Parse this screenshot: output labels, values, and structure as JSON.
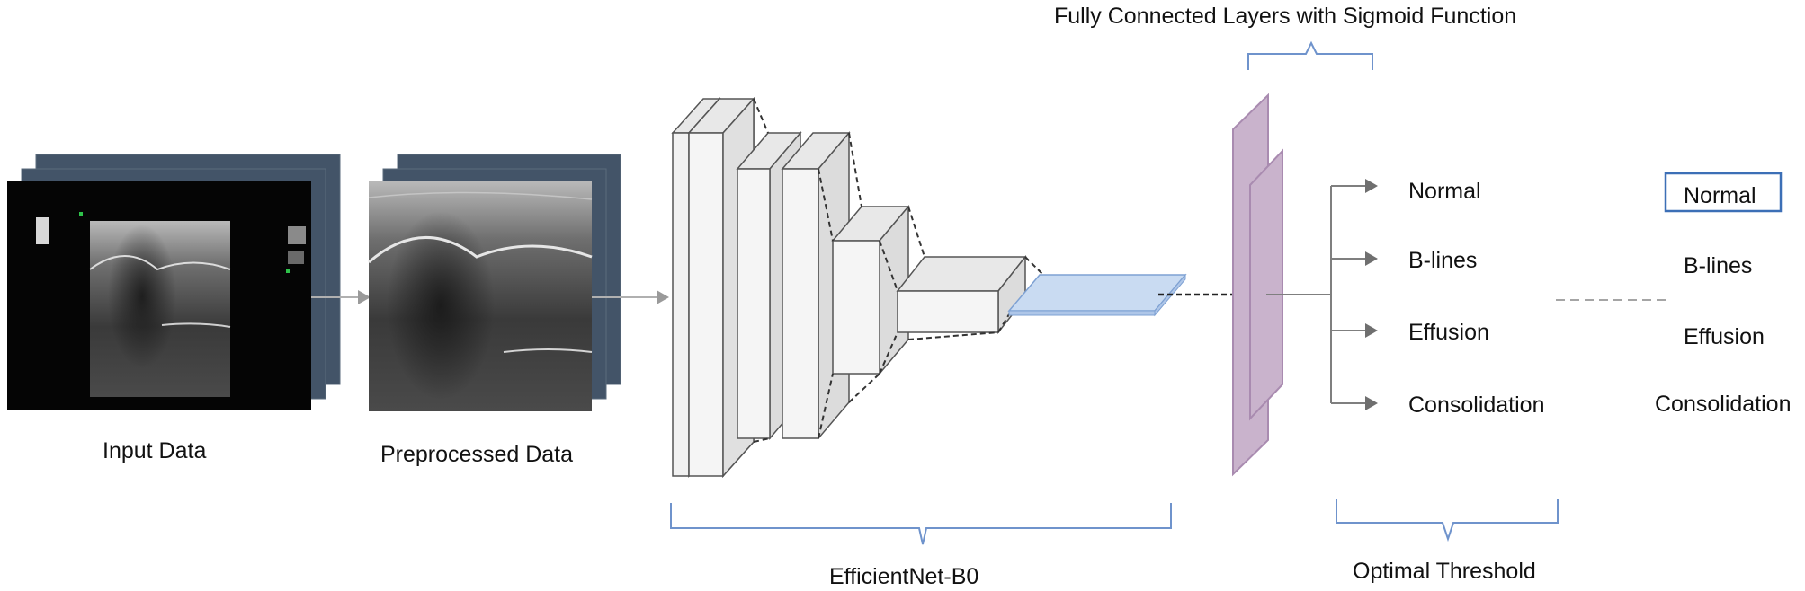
{
  "labels": {
    "input": "Input Data",
    "preprocessed": "Preprocessed Data",
    "backbone": "EfficientNet-B0",
    "fc": "Fully Connected Layers with Sigmoid Function",
    "threshold": "Optimal Threshold"
  },
  "classes": [
    "Normal",
    "B-lines",
    "Effusion",
    "Consolidation"
  ],
  "predicted": "Normal",
  "colors": {
    "bracket": "#6f93cc",
    "frame": "#435468",
    "fc_layer": "#c9b3cc",
    "fc_stroke": "#a98bb0",
    "flatten": "#c9dbf2",
    "flatten_stroke": "#7ea1d3",
    "arrow": "#7f7f7f",
    "block_face": "#f3f3f3",
    "block_side": "#e0e0e0",
    "highlight_box": "#3c6fb6"
  }
}
